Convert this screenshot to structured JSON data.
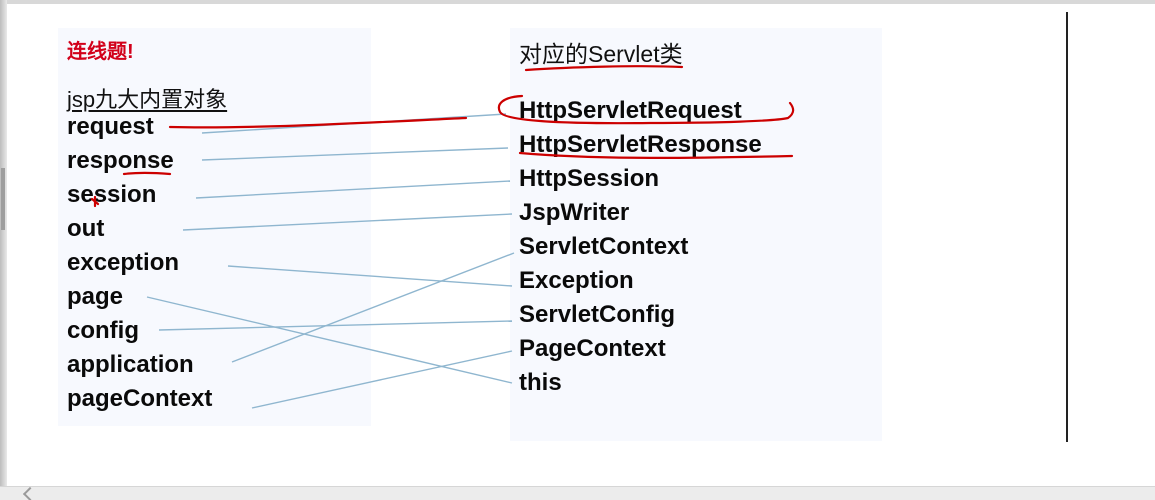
{
  "quiz": {
    "title": "连线题!",
    "left_heading": "jsp九大内置对象",
    "right_heading": "对应的Servlet类",
    "left_items": [
      "request",
      "response",
      "session",
      "out",
      "exception",
      "page",
      "config",
      "application",
      "pageContext"
    ],
    "right_items": [
      "HttpServletRequest",
      "HttpServletResponse",
      "HttpSession",
      "JspWriter",
      "ServletContext",
      "Exception",
      "ServletConfig",
      "PageContext",
      "this"
    ],
    "matches": [
      [
        0,
        0
      ],
      [
        1,
        1
      ],
      [
        2,
        2
      ],
      [
        3,
        3
      ],
      [
        4,
        5
      ],
      [
        5,
        8
      ],
      [
        6,
        6
      ],
      [
        7,
        4
      ],
      [
        8,
        7
      ]
    ]
  },
  "colors": {
    "title": "#d2001a",
    "text": "#0a0a0a",
    "panel": "#f7f9fe",
    "connector": "#8fb6cf",
    "annotation": "#cc0000"
  }
}
